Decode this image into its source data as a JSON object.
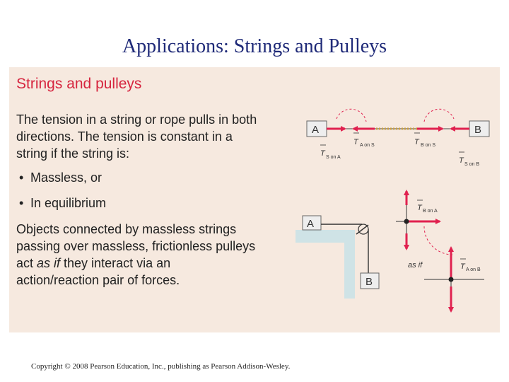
{
  "slide": {
    "title": "Applications: Strings and Pulleys"
  },
  "panel": {
    "heading": "Strings and pulleys",
    "paragraph1": [
      "The tension in a string or rope pulls in both",
      "directions. The tension is constant in a",
      "string if the string is:"
    ],
    "bullets": [
      "Massless, or",
      "In equilibrium"
    ],
    "paragraph2_line1": "Objects connected by massless strings",
    "paragraph2_line2": "passing over massless, frictionless pulleys",
    "paragraph2_line3_pre": "act ",
    "paragraph2_line3_em": "as if",
    "paragraph2_line3_post": " they interact via an",
    "paragraph2_line4": "action/reaction pair of forces."
  },
  "figure_top": {
    "box_a": "A",
    "box_b": "B",
    "t_a_on_s": {
      "symbol": "T",
      "sub": "A on S"
    },
    "t_b_on_s": {
      "symbol": "T",
      "sub": "B on S"
    },
    "t_s_on_a": {
      "symbol": "T",
      "sub": "S on A"
    },
    "t_s_on_b": {
      "symbol": "T",
      "sub": "S on B"
    }
  },
  "figure_bottom": {
    "box_a": "A",
    "box_b": "B",
    "t_b_on_a": {
      "symbol": "T",
      "sub": "B on A"
    },
    "t_a_on_b": {
      "symbol": "T",
      "sub": "A on B"
    },
    "as_if": "as if"
  },
  "footer": {
    "copyright": "Copyright © 2008 Pearson Education, Inc.,  publishing as Pearson Addison-Wesley."
  },
  "colors": {
    "title": "#1f2a78",
    "heading": "#d6253f",
    "arrow": "#e0214f",
    "panel": "#f6e9df"
  }
}
